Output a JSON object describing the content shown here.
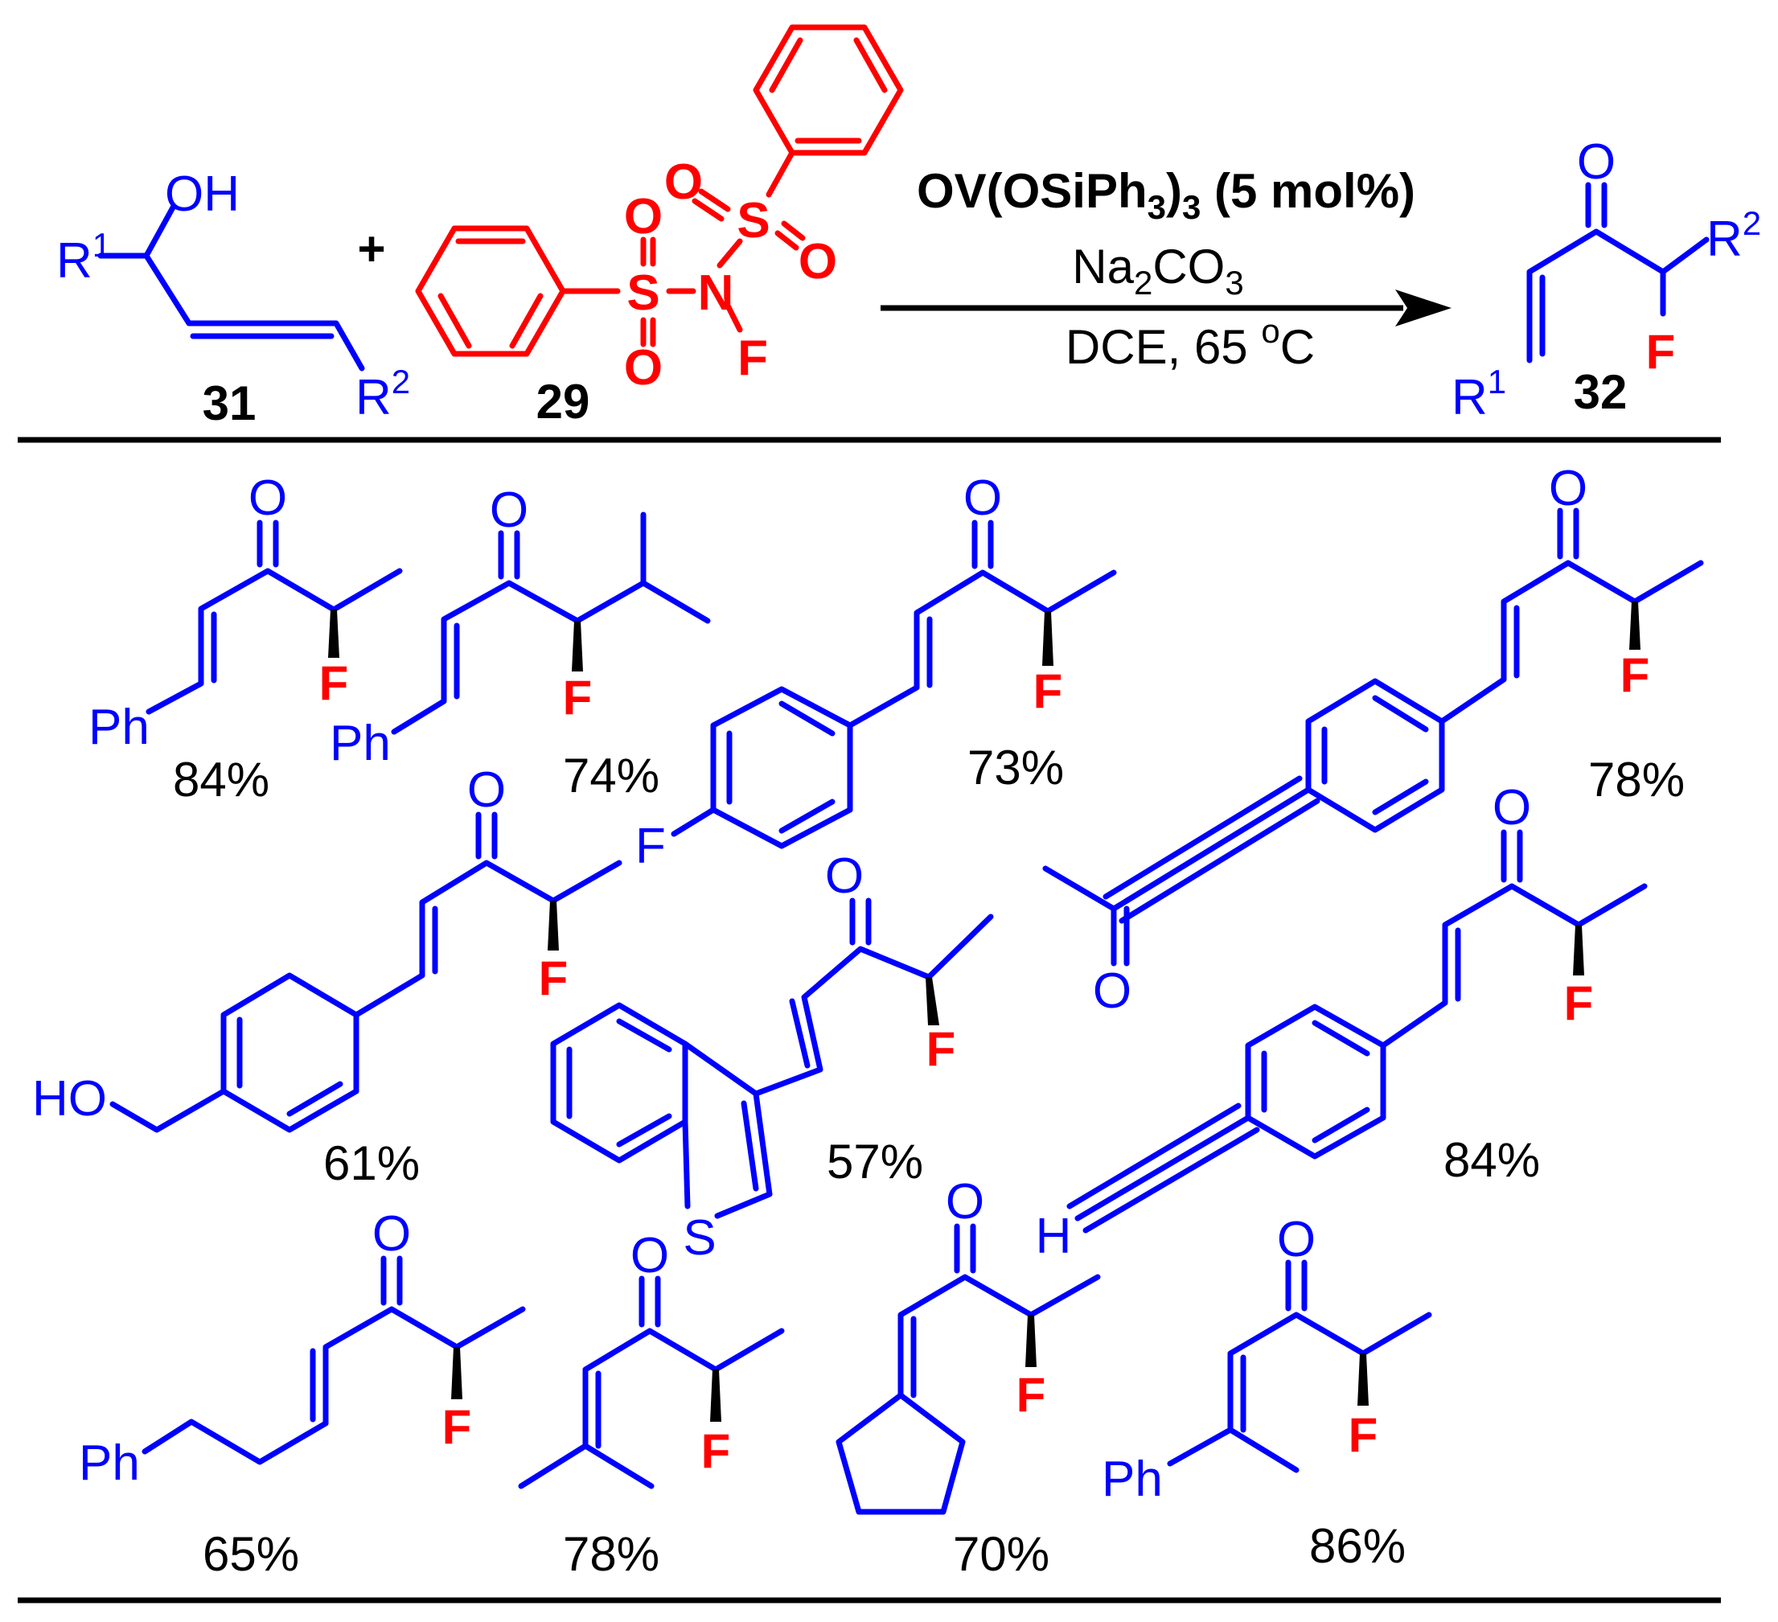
{
  "header": {
    "substrate_label": "31",
    "reagent_label": "29",
    "product_label": "32",
    "plus": "+",
    "substrate_atoms": {
      "r1": "R",
      "r1_sup": "1",
      "oh": "OH",
      "r2": "R",
      "r2_sup": "2"
    },
    "reagent_atoms": {
      "s": "S",
      "o": "O",
      "n": "N",
      "f": "F"
    },
    "product_atoms": {
      "o": "O",
      "f": "F",
      "r1": "R",
      "r1_sup": "1",
      "r2": "R",
      "r2_sup": "2"
    }
  },
  "conditions": {
    "catalyst": {
      "a": "OV(OSiPh",
      "s1": "3",
      "b": ")",
      "s2": "3",
      "c": " (5 mol%)"
    },
    "base": {
      "a": "Na",
      "s1": "2",
      "b": "CO",
      "s2": "3"
    },
    "solvent_temp": {
      "a": "DCE, 65 ",
      "sup": "o",
      "b": "C"
    }
  },
  "products": [
    {
      "id": "p1",
      "yield": "84%",
      "groups": [
        "Ph"
      ]
    },
    {
      "id": "p2",
      "yield": "74%",
      "groups": [
        "Ph"
      ]
    },
    {
      "id": "p3",
      "yield": "73%",
      "groups": [
        "F"
      ]
    },
    {
      "id": "p4",
      "yield": "78%",
      "groups": []
    },
    {
      "id": "p5",
      "yield": "61%",
      "groups": [
        "HO"
      ]
    },
    {
      "id": "p6",
      "yield": "57%",
      "groups": [
        "S"
      ]
    },
    {
      "id": "p7",
      "yield": "84%",
      "groups": [
        "H"
      ]
    },
    {
      "id": "p8",
      "yield": "65%",
      "groups": [
        "Ph"
      ]
    },
    {
      "id": "p9",
      "yield": "78%",
      "groups": []
    },
    {
      "id": "p10",
      "yield": "70%",
      "groups": []
    },
    {
      "id": "p11",
      "yield": "86%",
      "groups": [
        "Ph"
      ]
    }
  ],
  "atoms": {
    "o": "O",
    "f": "F",
    "ph": "Ph",
    "ho": "HO",
    "s": "S",
    "h": "H"
  },
  "colors": {
    "substrate": "#0000ff",
    "reagent": "#ff0000",
    "fluorine": "#ff0000",
    "text": "#000000"
  }
}
